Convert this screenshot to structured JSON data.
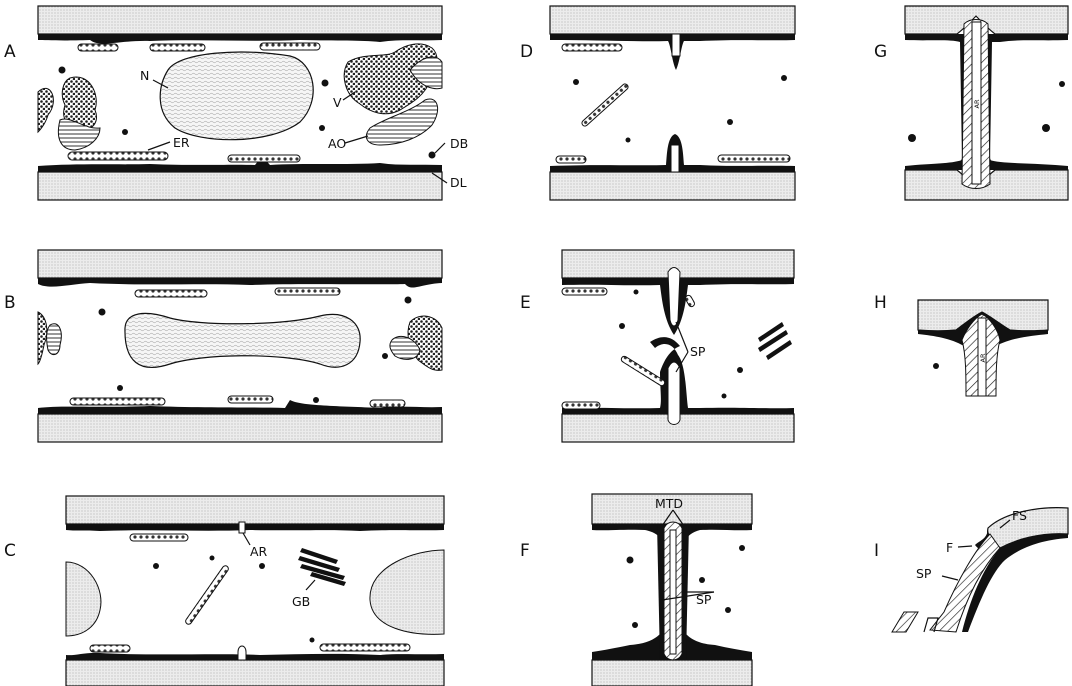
{
  "panels": {
    "A": {
      "letter": "A",
      "labels": {
        "N": "N",
        "V": "V",
        "ER": "ER",
        "AO": "AO",
        "DB": "DB",
        "DL": "DL"
      }
    },
    "B": {
      "letter": "B"
    },
    "C": {
      "letter": "C",
      "labels": {
        "AR": "AR",
        "GB": "GB"
      }
    },
    "D": {
      "letter": "D"
    },
    "E": {
      "letter": "E",
      "labels": {
        "SP": "SP"
      }
    },
    "F": {
      "letter": "F",
      "labels": {
        "MTD": "MTD",
        "SP": "SP"
      }
    },
    "G": {
      "letter": "G",
      "labels": {
        "AR": "AR"
      }
    },
    "H": {
      "letter": "H",
      "labels": {
        "AR": "AR"
      }
    },
    "I": {
      "letter": "I",
      "labels": {
        "F": "F",
        "FS": "FS",
        "SP": "SP"
      }
    }
  },
  "colors": {
    "ink": "#111111",
    "wall": "#e4e4e4",
    "background": "#ffffff"
  }
}
